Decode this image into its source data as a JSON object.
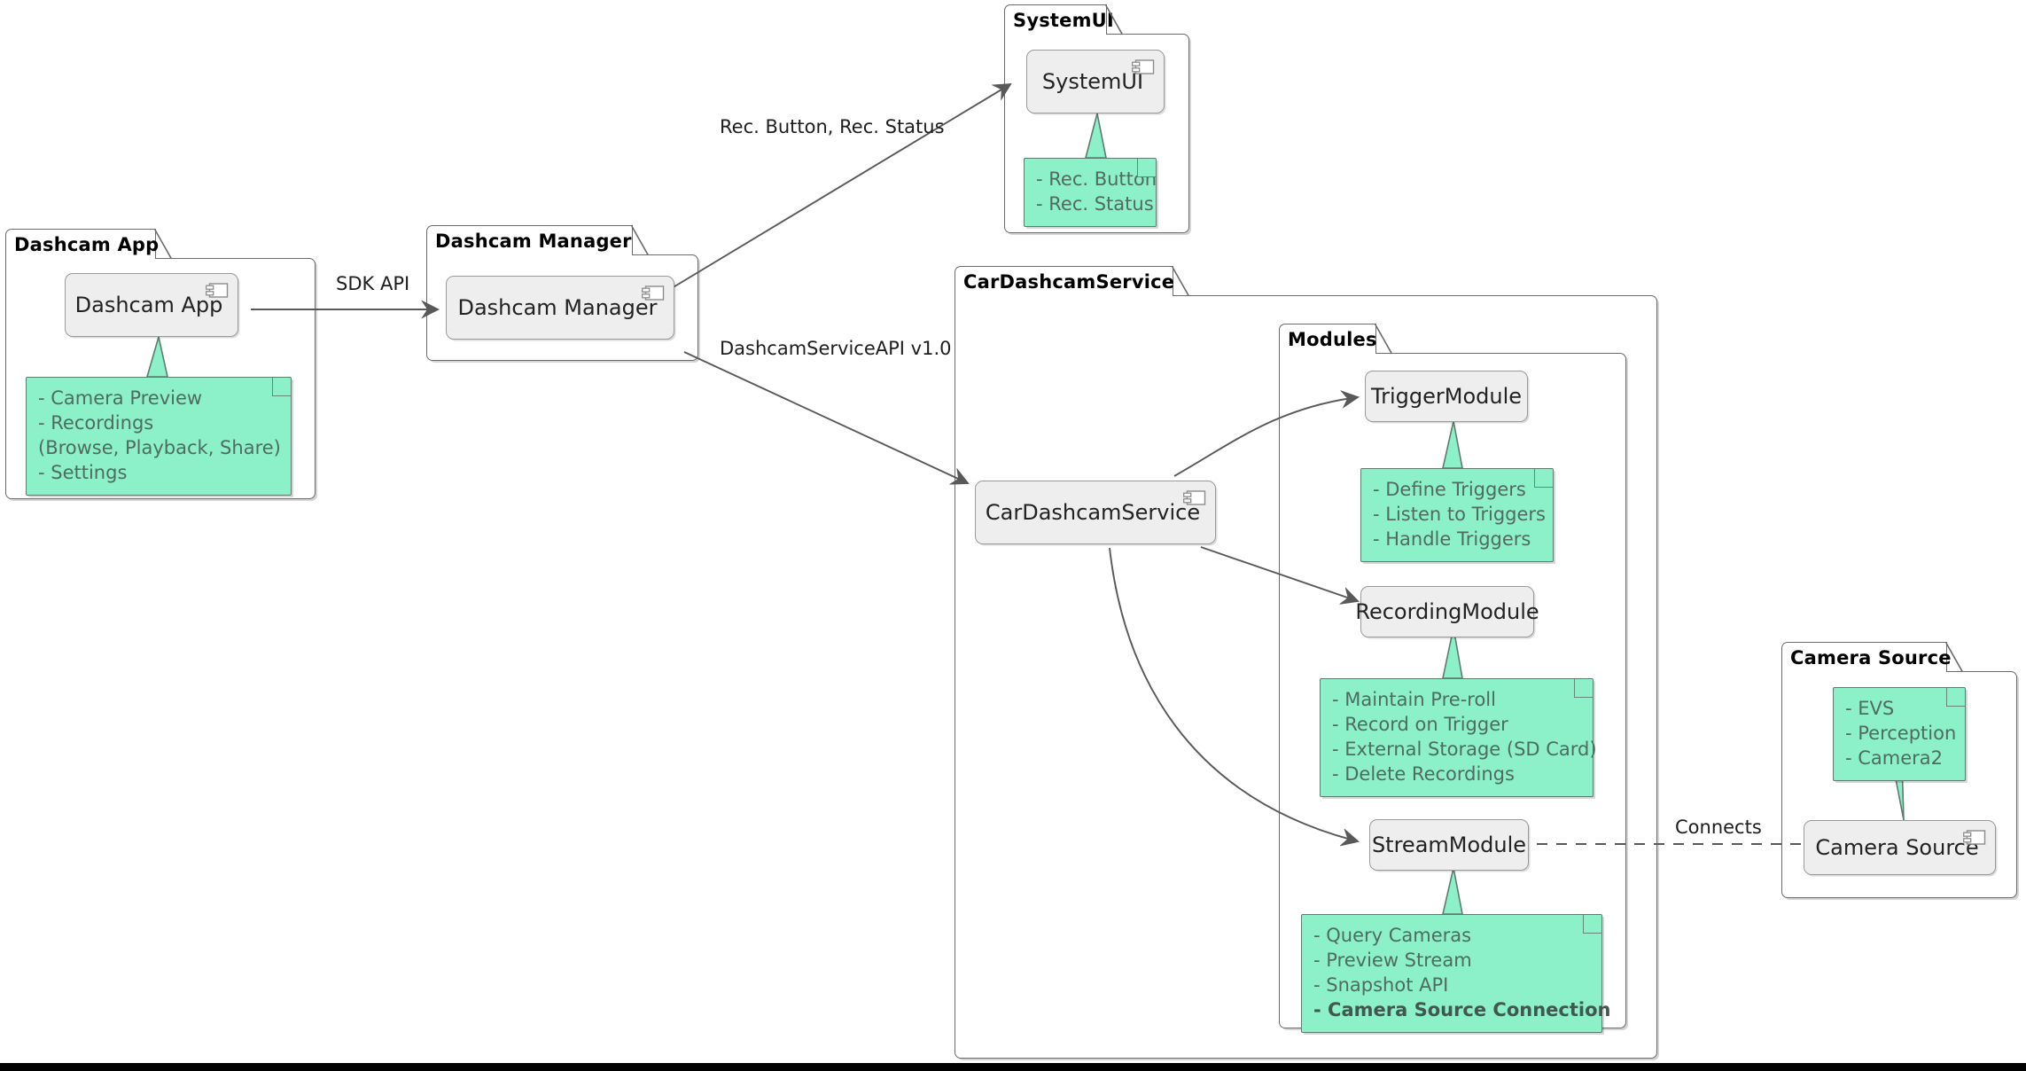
{
  "diagram": {
    "kind": "uml-component-diagram",
    "colors": {
      "note_fill": "#8CF0C8",
      "note_border": "#5f7a70",
      "note_text": "#4f6b62",
      "component_fill": "#EEEEEE",
      "component_border": "#9a9a9a",
      "package_border": "#6b6b6b",
      "edge": "#59595b",
      "canvas": "#ffffff",
      "bottom_bar": "#000000"
    }
  },
  "packages": [
    {
      "id": "dashcam_app",
      "title": "Dashcam App"
    },
    {
      "id": "dashcam_manager",
      "title": "Dashcam Manager"
    },
    {
      "id": "system_ui",
      "title": "SystemUI"
    },
    {
      "id": "car_dashcam_service",
      "title": "CarDashcamService"
    },
    {
      "id": "modules",
      "title": "Modules"
    },
    {
      "id": "camera_source",
      "title": "Camera Source"
    }
  ],
  "components": [
    {
      "id": "dashcam_app",
      "label": "Dashcam App",
      "icon": "uml-component-icon"
    },
    {
      "id": "dashcam_manager",
      "label": "Dashcam Manager",
      "icon": "uml-component-icon"
    },
    {
      "id": "system_ui",
      "label": "SystemUI",
      "icon": "uml-component-icon"
    },
    {
      "id": "car_dashcam_service",
      "label": "CarDashcamService",
      "icon": "uml-component-icon"
    },
    {
      "id": "trigger_module",
      "label": "TriggerModule",
      "icon": "none"
    },
    {
      "id": "recording_module",
      "label": "RecordingModule",
      "icon": "none"
    },
    {
      "id": "stream_module",
      "label": "StreamModule",
      "icon": "none"
    },
    {
      "id": "camera_source",
      "label": "Camera Source",
      "icon": "uml-component-icon"
    }
  ],
  "notes": [
    {
      "id": "note_dashcam_app",
      "attached_to": "dashcam_app",
      "lines": [
        {
          "text": "- Camera Preview",
          "bold": false
        },
        {
          "text": "- Recordings",
          "bold": false
        },
        {
          "text": "  (Browse, Playback, Share)",
          "bold": false
        },
        {
          "text": "- Settings",
          "bold": false
        }
      ]
    },
    {
      "id": "note_system_ui",
      "attached_to": "system_ui",
      "lines": [
        {
          "text": "- Rec. Button",
          "bold": false
        },
        {
          "text": "- Rec. Status",
          "bold": false
        }
      ]
    },
    {
      "id": "note_trigger_module",
      "attached_to": "trigger_module",
      "lines": [
        {
          "text": "- Define Triggers",
          "bold": false
        },
        {
          "text": "- Listen to Triggers",
          "bold": false
        },
        {
          "text": "- Handle Triggers",
          "bold": false
        }
      ]
    },
    {
      "id": "note_recording_module",
      "attached_to": "recording_module",
      "lines": [
        {
          "text": "- Maintain Pre-roll",
          "bold": false
        },
        {
          "text": "- Record on Trigger",
          "bold": false
        },
        {
          "text": "- External Storage (SD Card)",
          "bold": false
        },
        {
          "text": "- Delete Recordings",
          "bold": false
        }
      ]
    },
    {
      "id": "note_stream_module",
      "attached_to": "stream_module",
      "lines": [
        {
          "text": "- Query Cameras",
          "bold": false
        },
        {
          "text": "- Preview Stream",
          "bold": false
        },
        {
          "text": "- Snapshot API",
          "bold": false
        },
        {
          "text": "- Camera Source Connection",
          "bold": true
        }
      ]
    },
    {
      "id": "note_camera_source",
      "attached_to": "camera_source",
      "lines": [
        {
          "text": "- EVS",
          "bold": false
        },
        {
          "text": "- Perception",
          "bold": false
        },
        {
          "text": "- Camera2",
          "bold": false
        }
      ]
    }
  ],
  "edges": [
    {
      "id": "e_app_to_mgr",
      "from": "dashcam_app",
      "to": "dashcam_manager",
      "label": "SDK API",
      "style": "solid",
      "arrow": "open"
    },
    {
      "id": "e_mgr_to_sysui",
      "from": "dashcam_manager",
      "to": "system_ui",
      "label": "Rec. Button, Rec. Status",
      "style": "solid",
      "arrow": "open"
    },
    {
      "id": "e_mgr_to_svc",
      "from": "dashcam_manager",
      "to": "car_dashcam_service",
      "label": "DashcamServiceAPI v1.0",
      "style": "solid",
      "arrow": "open"
    },
    {
      "id": "e_svc_to_trigger",
      "from": "car_dashcam_service",
      "to": "trigger_module",
      "label": "",
      "style": "solid",
      "arrow": "open"
    },
    {
      "id": "e_svc_to_record",
      "from": "car_dashcam_service",
      "to": "recording_module",
      "label": "",
      "style": "solid",
      "arrow": "open"
    },
    {
      "id": "e_svc_to_stream",
      "from": "car_dashcam_service",
      "to": "stream_module",
      "label": "",
      "style": "solid",
      "arrow": "open"
    },
    {
      "id": "e_stream_to_cam",
      "from": "stream_module",
      "to": "camera_source",
      "label": "Connects",
      "style": "dashed",
      "arrow": "none"
    }
  ]
}
